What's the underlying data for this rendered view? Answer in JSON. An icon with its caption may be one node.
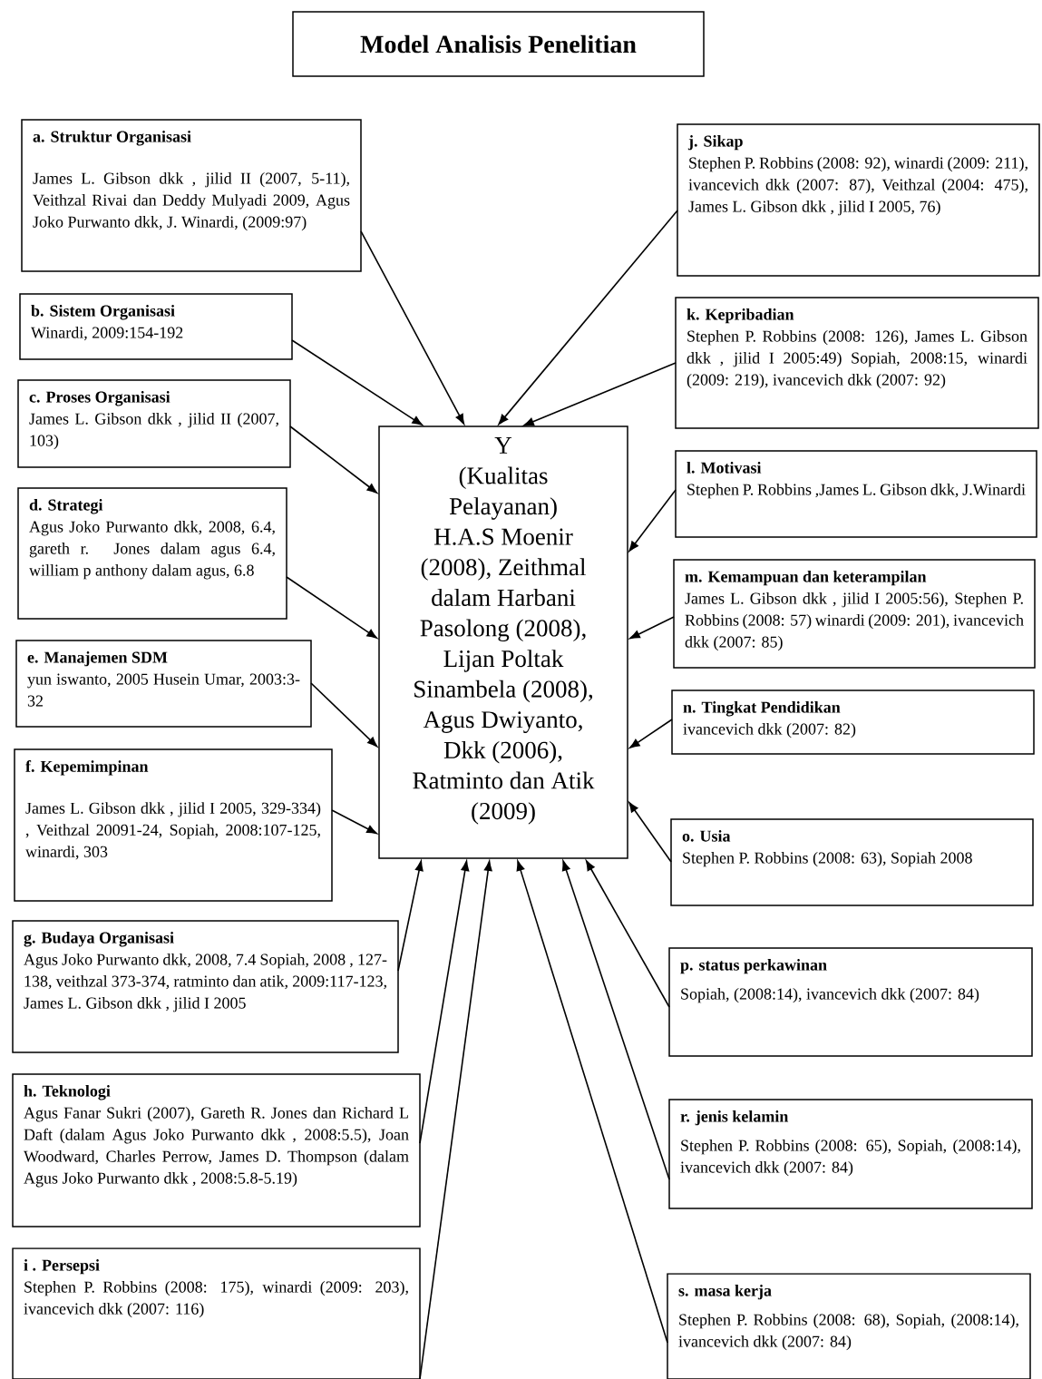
{
  "diagram": {
    "nodes": [
      {
        "text": [
          "Model Analisis Penelitian"
        ]
      },
      {
        "text": [
          "Y",
          "(Kualitas Pelayanan)",
          "H.A.S Moenir (2008), Zeithmal dalam Harbani Pasolong (2008), Lijan Poltak Sinambela (2008), Agus Dwiyanto, Dkk (2006), Ratminto dan Atik (2009)"
        ]
      },
      {
        "text": [
          "a. Struktur Organisasi",
          "James L. Gibson dkk , jilid II (2007, 5-11), Veithzal Rivai dan Deddy Mulyadi 2009, Agus Joko Purwanto dkk, J. Winardi, (2009:97)"
        ]
      },
      {
        "text": [
          "b. Sistem Organisasi",
          "Winardi, 2009:154-192"
        ]
      },
      {
        "text": [
          "c. Proses Organisasi",
          "James L. Gibson dkk , jilid II (2007, 103)"
        ]
      },
      {
        "text": [
          "d. Strategi",
          "Agus Joko Purwanto dkk, 2008, 6.4, gareth r. Jones dalam agus 6.4, william p anthony dalam agus, 6.8"
        ]
      },
      {
        "text": [
          "e. Manajemen SDM",
          "yun iswanto, 2005 Husein Umar, 2003:3-32"
        ]
      },
      {
        "text": [
          "f. Kepemimpinan",
          "James L. Gibson dkk , jilid I 2005, 329-334) , Veithzal 20091-24, Sopiah, 2008:107-125, winardi, 303"
        ]
      },
      {
        "text": [
          "g. Budaya Organisasi",
          "Agus Joko Purwanto dkk, 2008, 7.4 Sopiah, 2008 , 127-138, veithzal 373-374, ratminto dan atik, 2009:117-123, James L. Gibson dkk , jilid I 2005"
        ]
      },
      {
        "text": [
          "h. Teknologi",
          "Agus Fanar Sukri (2007), Gareth R. Jones dan Richard L Daft (dalam Agus Joko Purwanto dkk , 2008:5.5), Joan Woodward, Charles Perrow, James D. Thompson (dalam Agus Joko Purwanto dkk , 2008:5.8-5.19)"
        ]
      },
      {
        "text": [
          "i . Persepsi",
          "Stephen P. Robbins (2008: 175), winardi (2009: 203), ivancevich dkk (2007: 116)"
        ]
      },
      {
        "text": [
          "j. Sikap",
          "Stephen P. Robbins (2008: 92), winardi (2009: 211), ivancevich dkk (2007: 87), Veithzal (2004: 475), James L. Gibson dkk , jilid I 2005, 76)"
        ]
      },
      {
        "text": [
          "k. Kepribadian",
          "Stephen P. Robbins (2008: 126), James L. Gibson dkk , jilid I 2005:49) Sopiah, 2008:15, winardi (2009: 219), ivancevich dkk (2007: 92)"
        ]
      },
      {
        "text": [
          "l. Motivasi",
          "Stephen P. Robbins ,James L. Gibson dkk, J.Winardi"
        ]
      },
      {
        "text": [
          "m. Kemampuan dan keterampilan",
          "James L. Gibson dkk , jilid I 2005:56), Stephen P. Robbins (2008: 57) winardi (2009: 201), ivancevich dkk (2007: 85)"
        ]
      },
      {
        "text": [
          "n. Tingkat Pendidikan",
          "ivancevich dkk (2007: 82)"
        ]
      },
      {
        "text": [
          "o. Usia",
          "Stephen P. Robbins (2008: 63), Sopiah 2008"
        ]
      },
      {
        "text": [
          "p. status perkawinan",
          "Sopiah, (2008:14), ivancevich dkk (2007: 84)"
        ]
      },
      {
        "text": [
          "r. jenis kelamin",
          "Stephen P. Robbins (2008: 65), Sopiah, (2008:14), ivancevich dkk (2007: 84)"
        ]
      },
      {
        "text": [
          "s. masa kerja",
          "Stephen P. Robbins (2008: 68), Sopiah, (2008:14), ivancevich dkk (2007: 84)"
        ]
      }
    ],
    "edges": [
      {
        "from": 2,
        "to": 1,
        "arrow": "to"
      },
      {
        "from": 3,
        "to": 1,
        "arrow": "to"
      },
      {
        "from": 4,
        "to": 1,
        "arrow": "to"
      },
      {
        "from": 5,
        "to": 1,
        "arrow": "to"
      },
      {
        "from": 6,
        "to": 1,
        "arrow": "to"
      },
      {
        "from": 7,
        "to": 1,
        "arrow": "to"
      },
      {
        "from": 8,
        "to": 1,
        "arrow": "to"
      },
      {
        "from": 9,
        "to": 1,
        "arrow": "to"
      },
      {
        "from": 10,
        "to": 1,
        "arrow": "to"
      },
      {
        "from": 11,
        "to": 1,
        "arrow": "to"
      },
      {
        "from": 12,
        "to": 1,
        "arrow": "to"
      },
      {
        "from": 13,
        "to": 1,
        "arrow": "to"
      },
      {
        "from": 14,
        "to": 1,
        "arrow": "to"
      },
      {
        "from": 15,
        "to": 1,
        "arrow": "to"
      },
      {
        "from": 16,
        "to": 1,
        "arrow": "to"
      },
      {
        "from": 17,
        "to": 1,
        "arrow": "to"
      },
      {
        "from": 18,
        "to": 1,
        "arrow": "to"
      },
      {
        "from": 19,
        "to": 1,
        "arrow": "to"
      }
    ]
  }
}
